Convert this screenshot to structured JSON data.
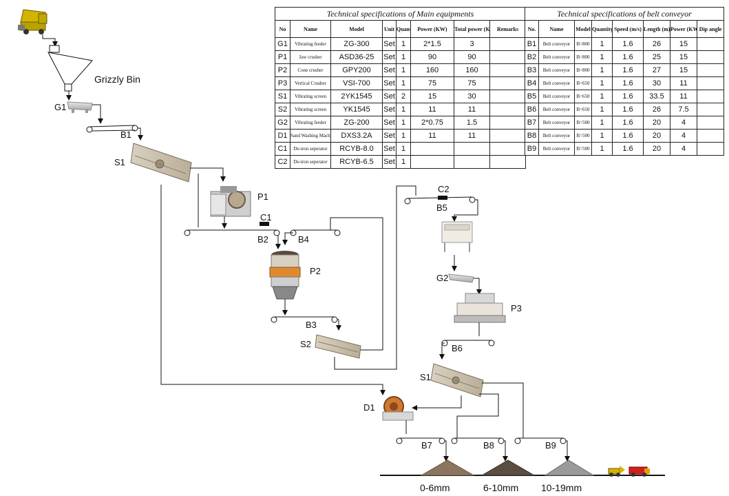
{
  "flow_labels": {
    "grizzly_bin": "Grizzly Bin",
    "g1": "G1",
    "b1": "B1",
    "s1_top": "S1",
    "p1": "P1",
    "c1": "C1",
    "b2": "B2",
    "b4": "B4",
    "p2": "P2",
    "b3": "B3",
    "s2": "S2",
    "c2": "C2",
    "b5": "B5",
    "g2": "G2",
    "p3": "P3",
    "b6": "B6",
    "s1_bottom": "S1",
    "d1": "D1",
    "b7": "B7",
    "b8": "B8",
    "b9": "B9"
  },
  "products": [
    "0-6mm",
    "6-10mm",
    "10-19mm"
  ],
  "main_table": {
    "title": "Technical specifications of Main equipments",
    "headers": [
      "No",
      "Name",
      "Model",
      "Unit",
      "Quantity",
      "Power (KW)",
      "Total power (KW)",
      "Remarks"
    ],
    "rows": [
      [
        "G1",
        "Vibrating feeder",
        "ZG-300",
        "Set",
        "1",
        "2*1.5",
        "3",
        ""
      ],
      [
        "P1",
        "Jaw crusher",
        "ASD36-25",
        "Set",
        "1",
        "90",
        "90",
        ""
      ],
      [
        "P2",
        "Cone crusher",
        "GPY200",
        "Set",
        "1",
        "160",
        "160",
        ""
      ],
      [
        "P3",
        "Vertical Crusher",
        "VSI-700",
        "Set",
        "1",
        "75",
        "75",
        ""
      ],
      [
        "S1",
        "Vibrating screen",
        "2YK1545",
        "Set",
        "2",
        "15",
        "30",
        ""
      ],
      [
        "S2",
        "Vibrating screen",
        "YK1545",
        "Set",
        "1",
        "11",
        "11",
        ""
      ],
      [
        "G2",
        "Vibrating feeder",
        "ZG-200",
        "Set",
        "1",
        "2*0.75",
        "1.5",
        ""
      ],
      [
        "D1",
        "Sand Washing Machine",
        "DXS3.2A",
        "Set",
        "1",
        "11",
        "11",
        ""
      ],
      [
        "C1",
        "De-iron seperator",
        "RCYB-8.0",
        "Set",
        "1",
        "",
        "",
        ""
      ],
      [
        "C2",
        "De-iron seperator",
        "RCYB-6.5",
        "Set",
        "1",
        "",
        "",
        ""
      ]
    ]
  },
  "belt_table": {
    "title": "Technical specifications of belt conveyor",
    "headers": [
      "No.",
      "Name",
      "Model",
      "Quantity",
      "Speed (m/s)",
      "Length (m)",
      "Power (KW)",
      "Dip angle"
    ],
    "rows": [
      [
        "B1",
        "Belt conveyor",
        "B=800",
        "1",
        "1.6",
        "26",
        "15",
        ""
      ],
      [
        "B2",
        "Belt conveyor",
        "B=800",
        "1",
        "1.6",
        "25",
        "15",
        ""
      ],
      [
        "B3",
        "Belt conveyor",
        "B=800",
        "1",
        "1.6",
        "27",
        "15",
        ""
      ],
      [
        "B4",
        "Belt conveyor",
        "B=650",
        "1",
        "1.6",
        "30",
        "11",
        ""
      ],
      [
        "B5",
        "Belt conveyor",
        "B=650",
        "1",
        "1.6",
        "33.5",
        "11",
        ""
      ],
      [
        "B6",
        "Belt conveyor",
        "B=650",
        "1",
        "1.6",
        "26",
        "7.5",
        ""
      ],
      [
        "B7",
        "Belt conveyor",
        "B=500",
        "1",
        "1.6",
        "20",
        "4",
        ""
      ],
      [
        "B8",
        "Belt conveyor",
        "B=500",
        "1",
        "1.6",
        "20",
        "4",
        ""
      ],
      [
        "B9",
        "Belt conveyor",
        "B=500",
        "1",
        "1.6",
        "20",
        "4",
        ""
      ]
    ]
  }
}
